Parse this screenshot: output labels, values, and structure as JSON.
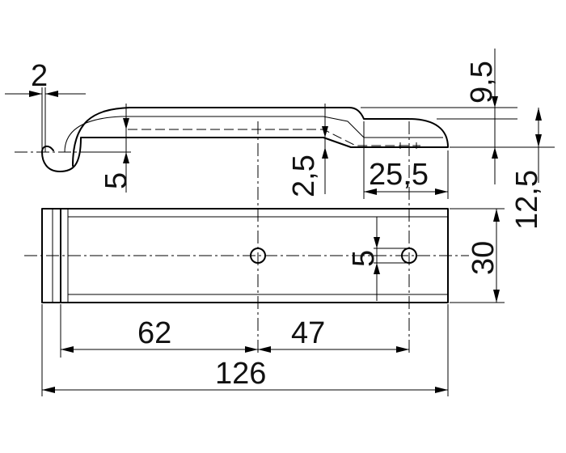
{
  "dimensions": {
    "hook_gap": "2",
    "top_offset": "9,5",
    "hook_depth": "5",
    "step_height": "2,5",
    "step_length": "25,5",
    "side_height": "12,5",
    "width": "30",
    "hole_diameter": "5",
    "hole_pos_1": "62",
    "hole_pos_2": "47",
    "overall_length": "126"
  }
}
